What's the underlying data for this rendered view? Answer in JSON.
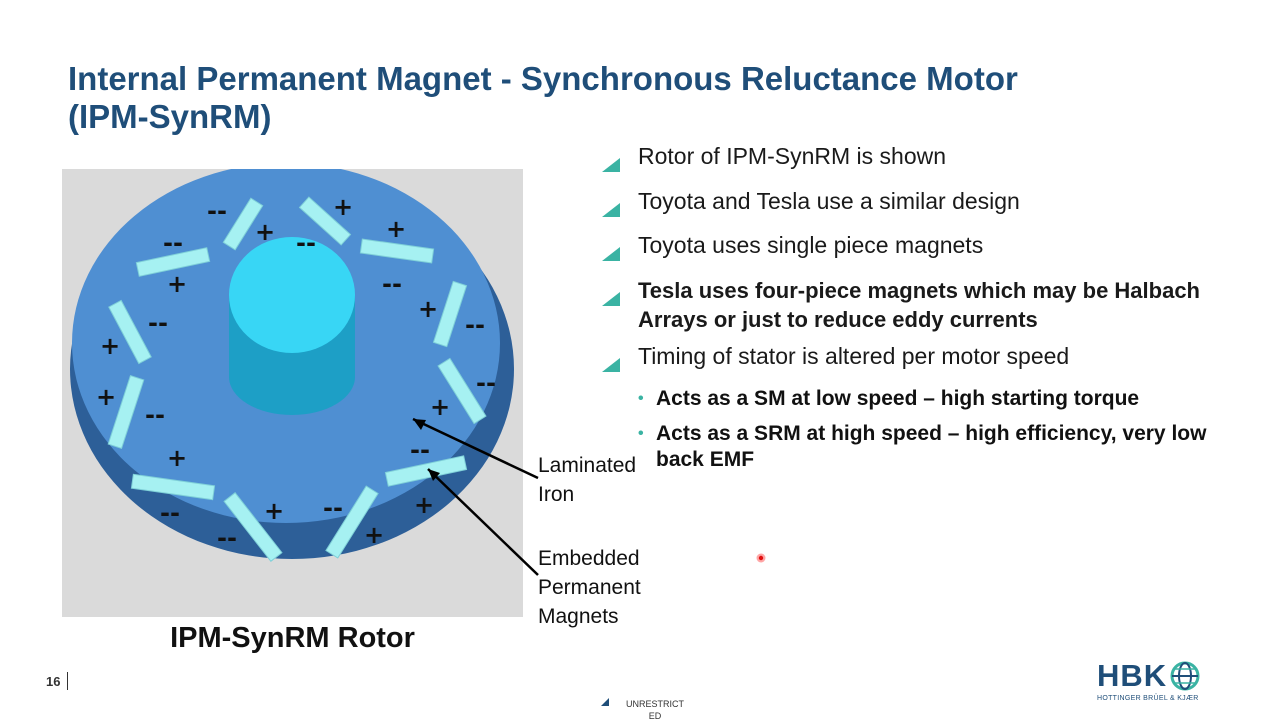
{
  "slide": {
    "title_line1": "Internal Permanent Magnet - Synchronous Reluctance Motor",
    "title_line2": "(IPM-SynRM)",
    "bullets": [
      "Rotor of IPM-SynRM is shown",
      "Toyota and Tesla use a similar design",
      "Toyota uses single piece magnets",
      "Tesla uses four-piece magnets which may be Halbach Arrays or just to reduce eddy currents",
      "Timing of stator is altered per motor speed"
    ],
    "sub_bullets": [
      "Acts as a SM at low speed – high starting torque",
      "Acts as a SRM at high speed – high efficiency, very low back EMF"
    ],
    "figure": {
      "caption": "IPM-SynRM Rotor",
      "label_iron_line1": "Laminated",
      "label_iron_line2": "Iron",
      "label_magnets_line1": "Embedded",
      "label_magnets_line2": "Permanent",
      "label_magnets_line3": "Magnets",
      "polarity_plus": "+",
      "polarity_minus": "--"
    },
    "page_number": "16",
    "classification_line1": "UNRESTRICT",
    "classification_line2": "ED",
    "logo": {
      "text": "HBK",
      "subtext": "HOTTINGER BRÜEL & KJÆR"
    }
  },
  "colors": {
    "title": "#1f4e79",
    "accent_teal": "#3ab3a3",
    "rotor_blue": "#4f8fd2",
    "shaft_cyan": "#38d6f5",
    "magnet": "#a6f1f2"
  },
  "icons": [
    "triangle-bullet-icon",
    "dot-bullet-icon",
    "globe-icon",
    "laser-pointer-icon"
  ]
}
